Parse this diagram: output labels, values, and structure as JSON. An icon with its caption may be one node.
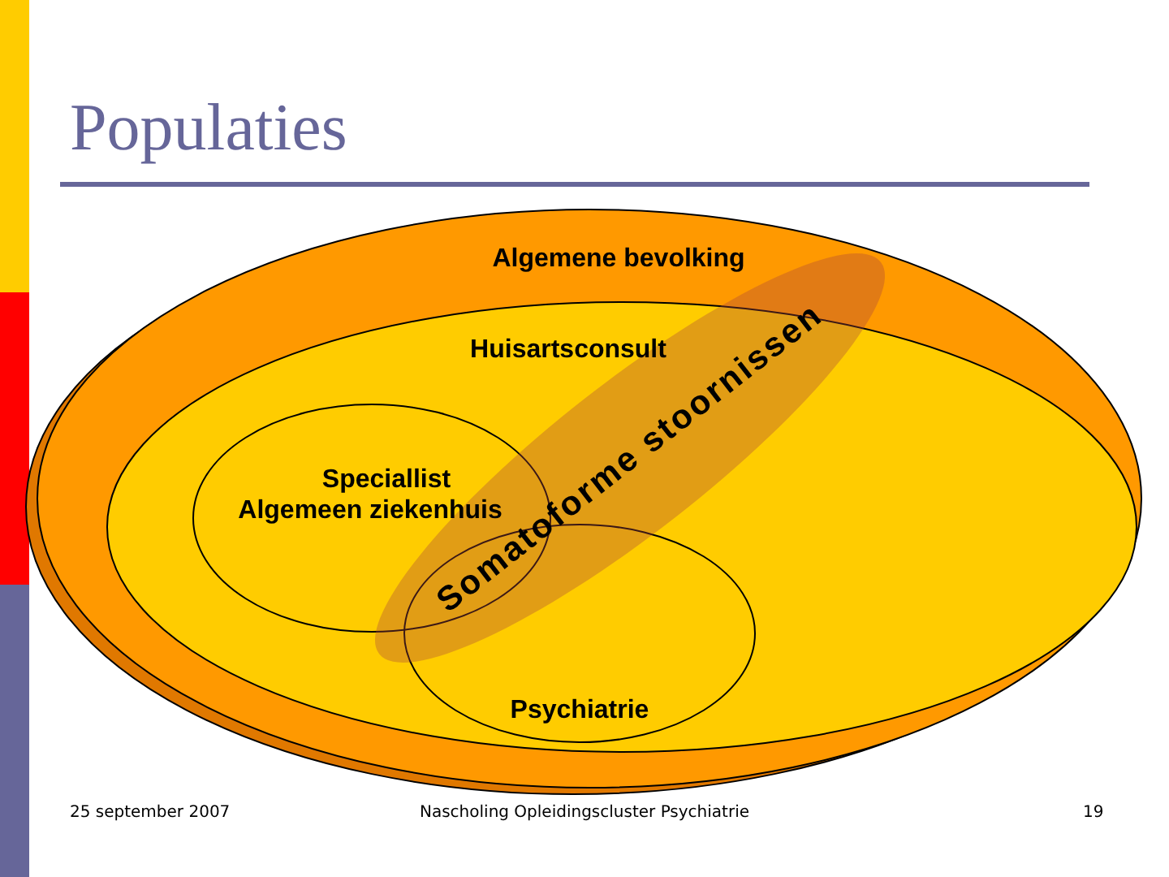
{
  "diagram": {
    "title": "Populaties",
    "nodes": [
      {
        "text": [
          "Algemene bevolking"
        ]
      },
      {
        "text": [
          "Huisartsconsult"
        ],
        "in": 0
      },
      {
        "text": [
          "Speciallist Algemeen ziekenhuis"
        ],
        "in": 1
      },
      {
        "text": [
          "Somatoforme stoornissen"
        ],
        "in": 0
      },
      {
        "text": [
          "Psychiatrie"
        ],
        "in": 1
      }
    ],
    "labels": [
      "25 september 2007",
      "Nascholing Opleidingscluster Psychiatrie",
      "19"
    ]
  }
}
